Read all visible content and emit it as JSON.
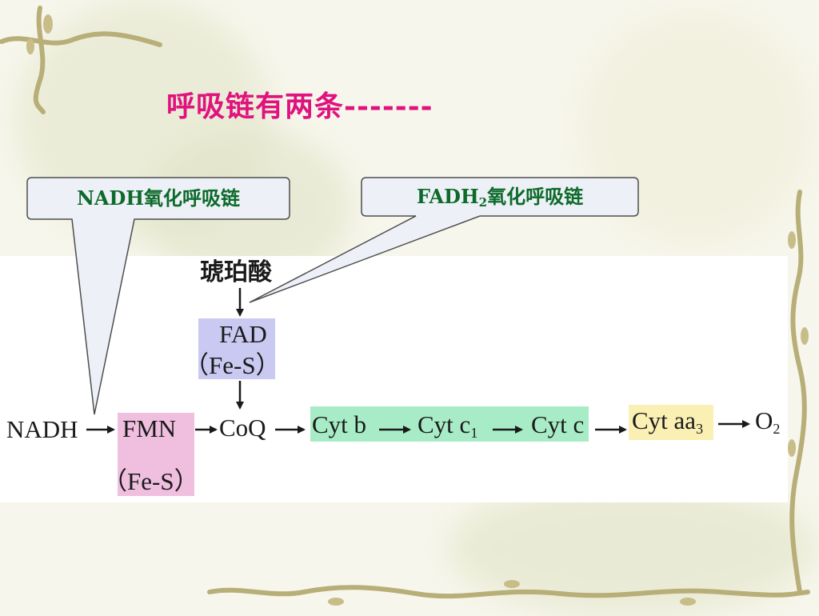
{
  "slide": {
    "title": "呼吸链有两条-------",
    "callouts": [
      {
        "label": "NADH氧化呼吸链",
        "sub": ""
      },
      {
        "label_pre": "FADH",
        "label_sub": "2",
        "label_post": "氧化呼吸链"
      }
    ]
  },
  "diagram": {
    "succinate": "琥珀酸",
    "fad": "FAD",
    "fad_fes": "（Fe-S）",
    "nadh": "NADH",
    "fmn": "FMN",
    "fmn_fes": "（Fe-S）",
    "coq": "CoQ",
    "cyt_b": "Cyt b",
    "cyt_c1_main": "Cyt c",
    "cyt_c1_sub": "1",
    "cyt_c": "Cyt c",
    "cyt_aa3_main": "Cyt aa",
    "cyt_aa3_sub": "3",
    "o2_main": "O",
    "o2_sub": "2"
  },
  "colors": {
    "title": "#e0127e",
    "callout_text": "#0d6a2a",
    "fmn_box": "#f0bfe0",
    "fad_box": "#c9c9f2",
    "cyt_box": "#a8ecc7",
    "aa3_box": "#faf0b4"
  }
}
